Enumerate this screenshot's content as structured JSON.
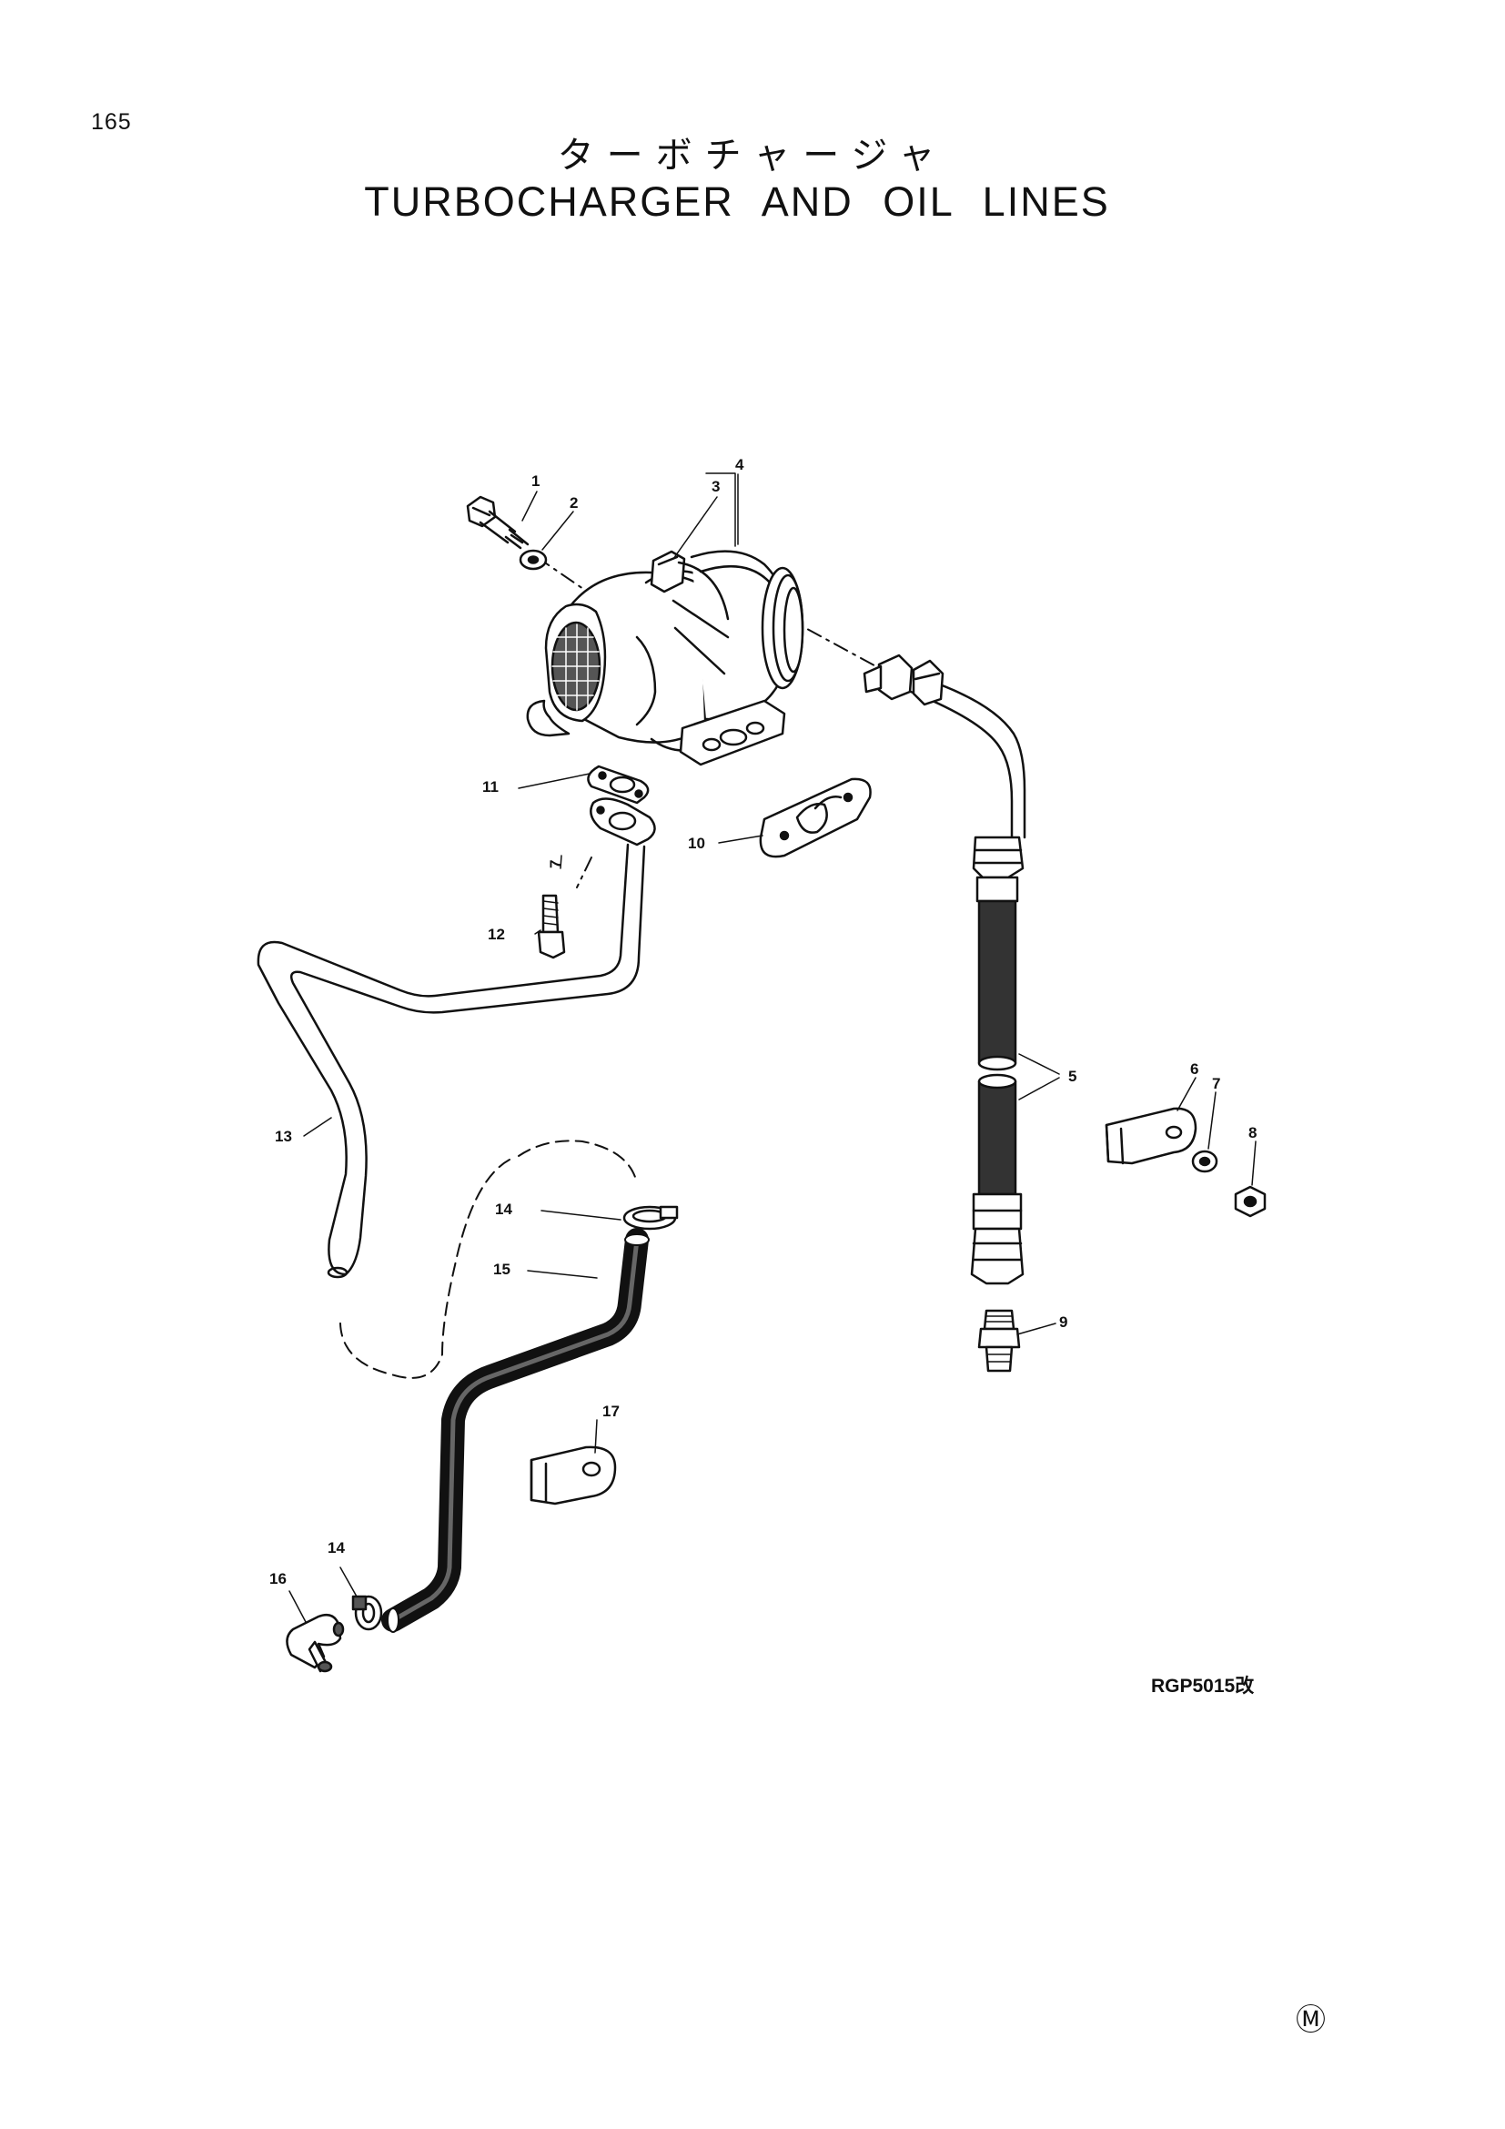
{
  "page": {
    "number": "165",
    "title_japanese": "ターボチャージャ",
    "title_english": "TURBOCHARGER AND OIL LINES",
    "figure_id": "RGP5015改",
    "corner_mark": "Ⓜ"
  },
  "callouts": [
    {
      "id": "c1",
      "label": "1"
    },
    {
      "id": "c2",
      "label": "2"
    },
    {
      "id": "c3",
      "label": "3"
    },
    {
      "id": "c4",
      "label": "4"
    },
    {
      "id": "c5",
      "label": "5"
    },
    {
      "id": "c6",
      "label": "6"
    },
    {
      "id": "c7a",
      "label": "7"
    },
    {
      "id": "c7b",
      "label": "7"
    },
    {
      "id": "c8",
      "label": "8"
    },
    {
      "id": "c9",
      "label": "9"
    },
    {
      "id": "c10",
      "label": "10"
    },
    {
      "id": "c11",
      "label": "11"
    },
    {
      "id": "c12",
      "label": "12"
    },
    {
      "id": "c13",
      "label": "13"
    },
    {
      "id": "c14a",
      "label": "14"
    },
    {
      "id": "c14b",
      "label": "14"
    },
    {
      "id": "c15",
      "label": "15"
    },
    {
      "id": "c16",
      "label": "16"
    },
    {
      "id": "c17",
      "label": "17"
    }
  ]
}
